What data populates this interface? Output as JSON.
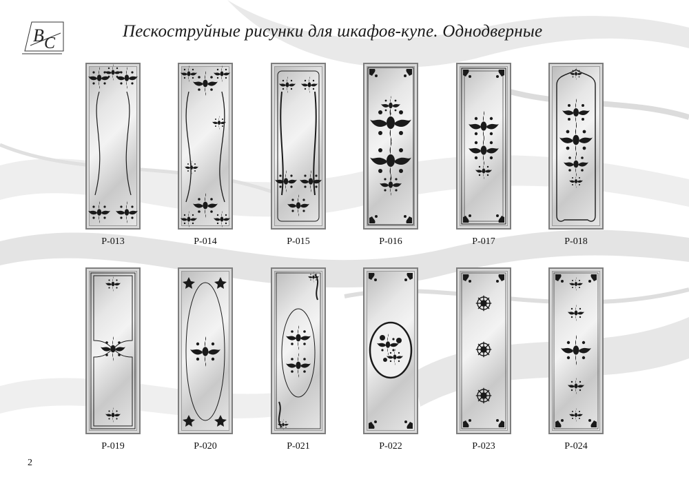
{
  "page": {
    "logo_text": "BC",
    "title": "Пескоструйные рисунки для шкафов-купе. Однодверные",
    "page_number": "2"
  },
  "designs": [
    {
      "code": "P-013",
      "motif": "floral-corners"
    },
    {
      "code": "P-014",
      "motif": "zodiac-vine"
    },
    {
      "code": "P-015",
      "motif": "scroll-frame"
    },
    {
      "code": "P-016",
      "motif": "central-damask"
    },
    {
      "code": "P-017",
      "motif": "frame-center"
    },
    {
      "code": "P-018",
      "motif": "arched-vase"
    },
    {
      "code": "P-019",
      "motif": "double-panel"
    },
    {
      "code": "P-020",
      "motif": "oval-lily"
    },
    {
      "code": "P-021",
      "motif": "oval-scroll"
    },
    {
      "code": "P-022",
      "motif": "bouquet-medallion"
    },
    {
      "code": "P-023",
      "motif": "three-rosettes"
    },
    {
      "code": "P-024",
      "motif": "five-ornaments"
    }
  ]
}
